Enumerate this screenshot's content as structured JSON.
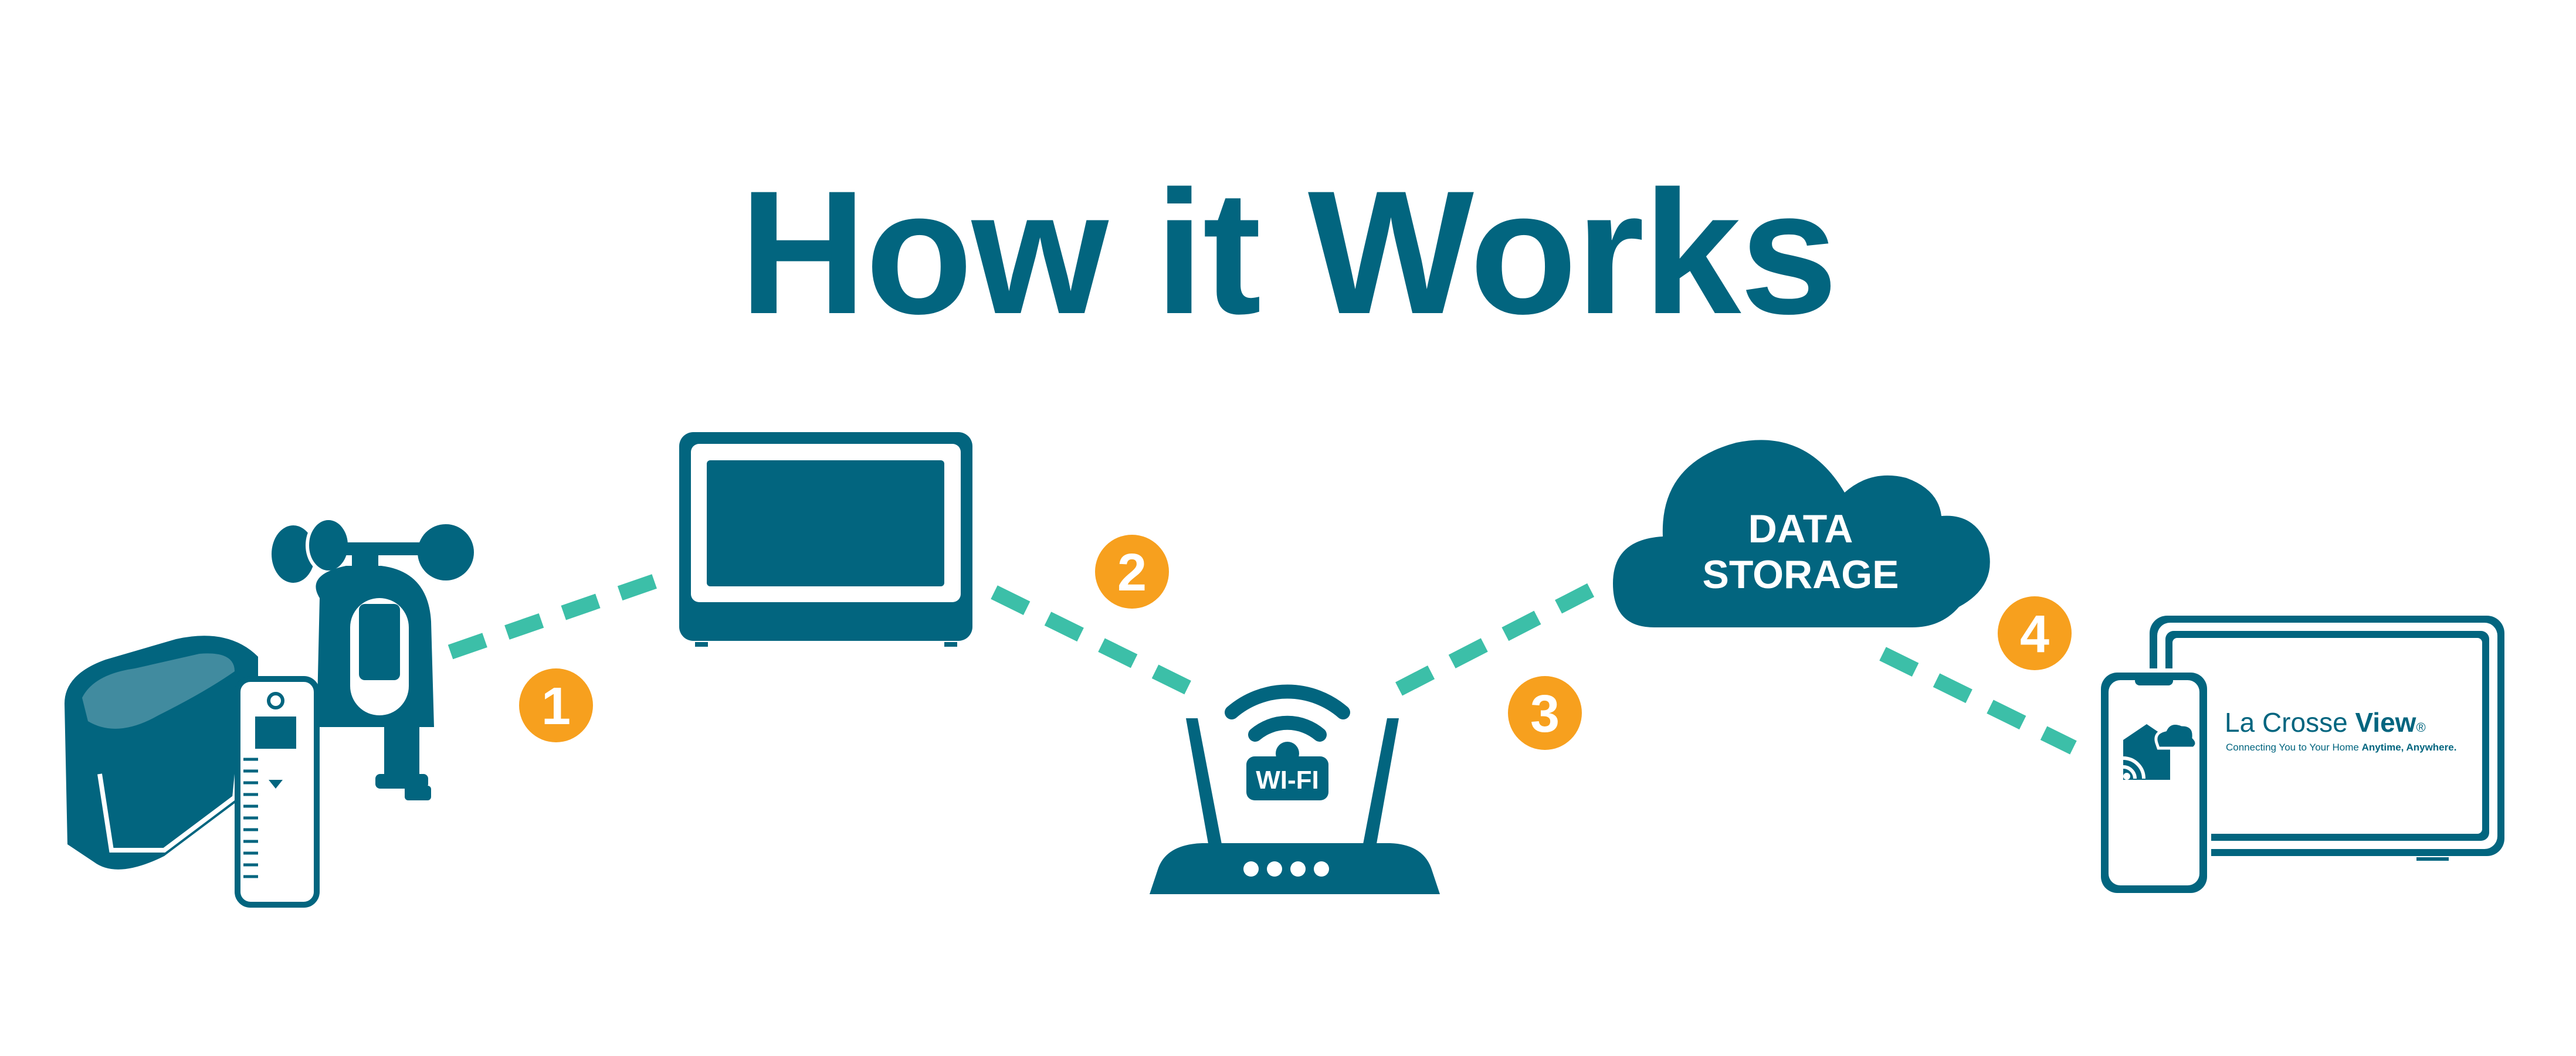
{
  "title": "How it Works",
  "steps": [
    {
      "number": "1"
    },
    {
      "number": "2"
    },
    {
      "number": "3"
    },
    {
      "number": "4"
    }
  ],
  "cloud": {
    "line1": "DATA",
    "line2": "STORAGE"
  },
  "router": {
    "label": "WI-FI"
  },
  "app": {
    "brand_regular": "La Crosse ",
    "brand_bold": "View",
    "brand_mark": "®",
    "tagline_regular": "Connecting You to Your Home ",
    "tagline_bold": "Anytime, Anywhere."
  },
  "colors": {
    "primary": "#02657f",
    "connector": "#3cbfa8",
    "badge": "#f7a01e",
    "background": "#ffffff"
  },
  "icons": [
    "weather-sensor-icon",
    "display-station-icon",
    "wifi-router-icon",
    "cloud-icon",
    "phone-icon",
    "tablet-icon"
  ]
}
